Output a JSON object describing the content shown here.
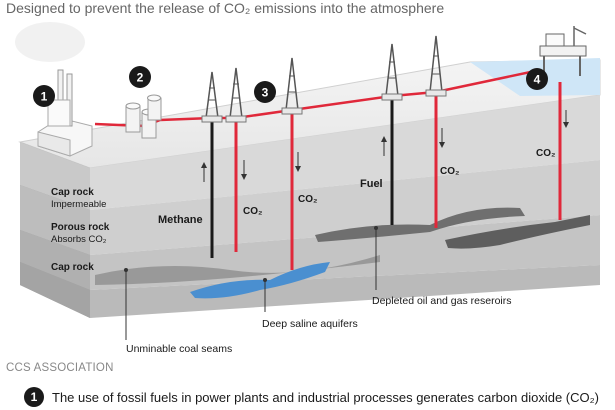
{
  "header": {
    "title": "Designed to prevent the release of CO₂ emissions into the atmosphere"
  },
  "badges": {
    "b1": "1",
    "b2": "2",
    "b3": "3",
    "b4": "4"
  },
  "layers": {
    "cap_rock_top": "Cap rock",
    "impermeable": "Impermeable",
    "porous_rock": "Porous rock",
    "absorbs": "Absorbs CO₂",
    "cap_rock_bottom": "Cap rock"
  },
  "labels": {
    "methane": "Methane",
    "fuel": "Fuel",
    "co2_a": "CO₂",
    "co2_b": "CO₂",
    "co2_c": "CO₂",
    "co2_d": "CO₂",
    "aquifers": "Deep saline aquifers",
    "reservoirs": "Depleted oil and gas reseroirs",
    "coal": "Unminable coal seams"
  },
  "credit": "CCS ASSOCIATION",
  "caption": {
    "number": "1",
    "text": "The use of fossil fuels in power plants and industrial processes generates carbon dioxide (CO₂)"
  },
  "colors": {
    "pipe": "#e0283a",
    "well_dark": "#1a1a1a",
    "sea": "#cfe6f7",
    "water": "#4a8fd0",
    "ground_top": "#f2f2f2"
  }
}
